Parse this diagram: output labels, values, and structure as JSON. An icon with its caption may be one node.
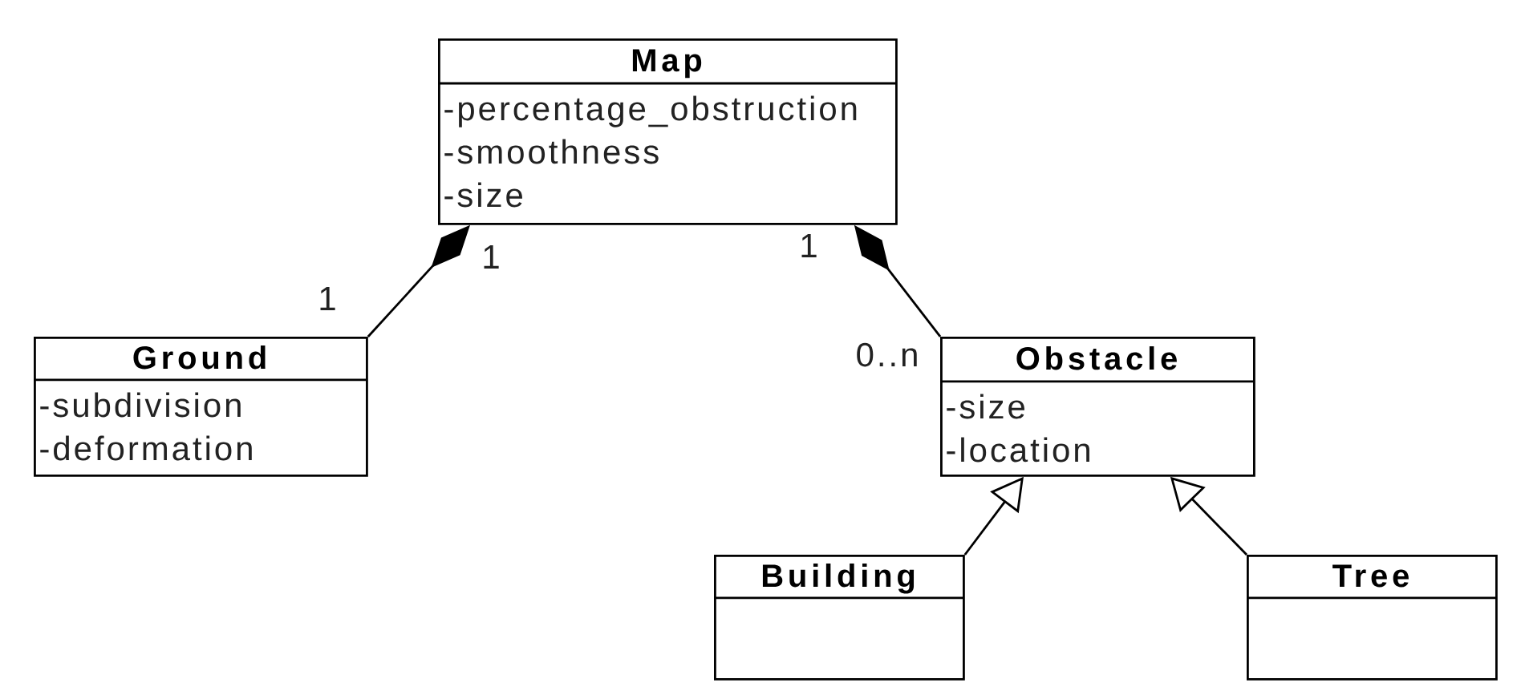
{
  "diagram": {
    "nodes": [
      {
        "text": [
          "Map",
          "-percentage_obstruction",
          "-smoothness",
          "-size"
        ]
      },
      {
        "text": [
          "Ground",
          "-subdivision",
          "-deformation"
        ]
      },
      {
        "text": [
          "Obstacle",
          "-size",
          "-location"
        ]
      },
      {
        "text": [
          "Building"
        ]
      },
      {
        "text": [
          "Tree"
        ]
      }
    ],
    "edges": [
      {
        "from": 1,
        "to": 0,
        "arrow": "other"
      },
      {
        "from": 2,
        "to": 0,
        "arrow": "other"
      },
      {
        "from": 3,
        "to": 2,
        "arrow": "to"
      },
      {
        "from": 4,
        "to": 2,
        "arrow": "to"
      }
    ],
    "labels": [
      "1",
      "1",
      "1",
      "0..n"
    ]
  }
}
